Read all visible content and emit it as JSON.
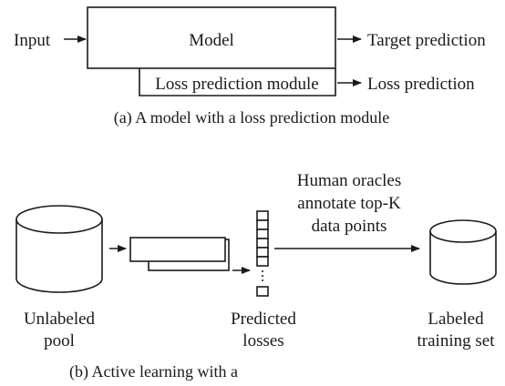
{
  "top": {
    "input_label": "Input",
    "model_label": "Model",
    "target_label": "Target prediction",
    "loss_module_label": "Loss prediction module",
    "loss_label": "Loss prediction",
    "caption": "(a) A model with a loss prediction module"
  },
  "bottom": {
    "oracle_lines": [
      "Human oracles",
      "annotate top-K",
      "data points"
    ],
    "unlabeled_lines": [
      "Unlabeled",
      "pool"
    ],
    "predicted_lines": [
      "Predicted",
      "losses"
    ],
    "labeled_lines": [
      "Labeled",
      "training set"
    ],
    "caption": "(b) Active learning with a"
  },
  "colors": {
    "ink": "#1a1a1a",
    "background": "#ffffff"
  }
}
